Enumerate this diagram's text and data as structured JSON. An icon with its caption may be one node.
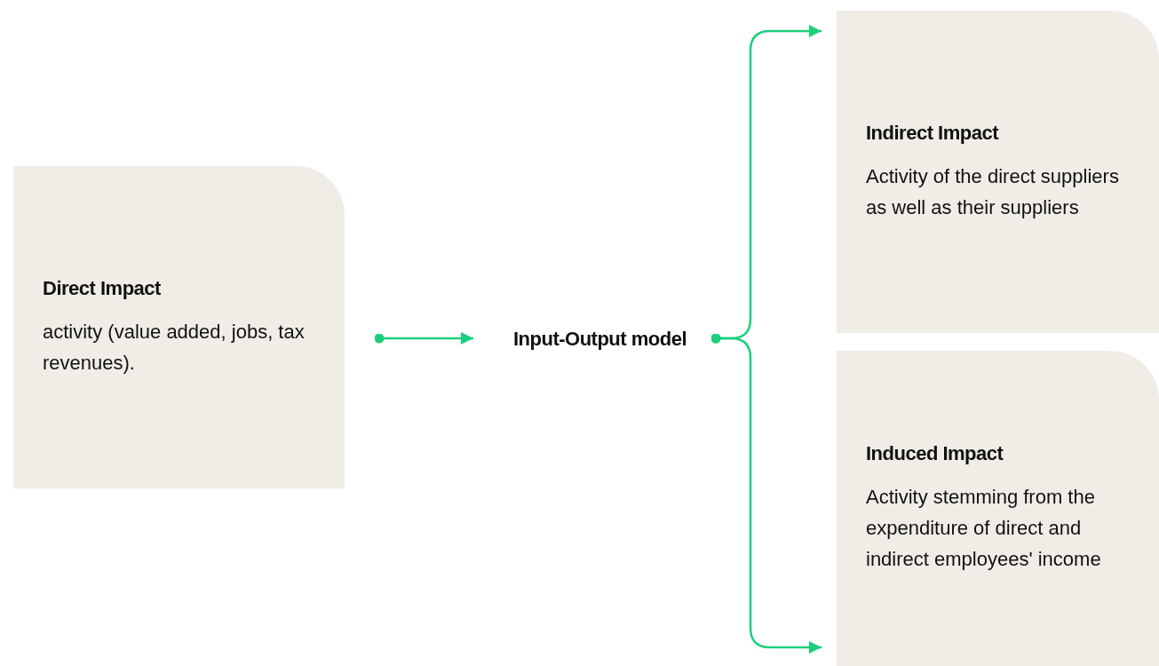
{
  "diagram": {
    "nodes": [
      {
        "text": [
          "Direct Impact",
          "activity (value added, jobs, tax revenues)."
        ]
      },
      {
        "text": [
          "Input-Output model"
        ]
      },
      {
        "text": [
          "Indirect Impact",
          "Activity of the direct suppliers as well as their suppliers"
        ]
      },
      {
        "text": [
          "Induced Impact",
          "Activity stemming from the expenditure of  direct and indirect employees' income"
        ]
      }
    ],
    "edges": [
      {
        "from": 0,
        "to": 1,
        "arrow": "to"
      },
      {
        "from": 1,
        "to": 2,
        "arrow": "to"
      },
      {
        "from": 1,
        "to": 3,
        "arrow": "to"
      }
    ]
  }
}
